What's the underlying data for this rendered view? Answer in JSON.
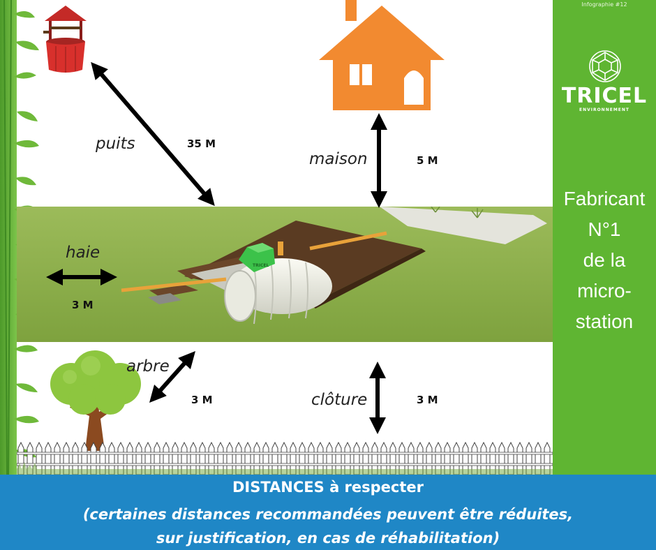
{
  "labels": {
    "puits": "puits",
    "maison": "maison",
    "haie": "haie",
    "arbre": "arbre",
    "cloture": "clôture"
  },
  "distances": {
    "puits": "35 M",
    "maison": "5 M",
    "haie": "3 M",
    "arbre": "3 M",
    "cloture": "3 M"
  },
  "sidebar": {
    "tag": "Infographie #12",
    "brand": "TRICEL",
    "brand_sub": "ENVIRONNEMENT",
    "tagline_lines": [
      "Fabricant",
      "N°1",
      "de la",
      "micro-",
      "station"
    ]
  },
  "tank_brand": "TRICEL",
  "footer": {
    "title": "DISTANCES à respecter",
    "line1": "(certaines distances recommandées peuvent être réduites,",
    "line2": "sur justification, en cas de réhabilitation)"
  },
  "colors": {
    "house": "#f28a30",
    "sidebar": "#5fb532",
    "footer": "#1f87c6",
    "grass": "#8fb24a",
    "well": "#d8302c",
    "tree": "#8dc63f",
    "tank_lid": "#3cc24a"
  },
  "icons": [
    "well-icon",
    "house-icon",
    "tree-icon",
    "hedge-icon",
    "fence-icon",
    "microstation-tank-icon",
    "tricel-logo-icon"
  ]
}
